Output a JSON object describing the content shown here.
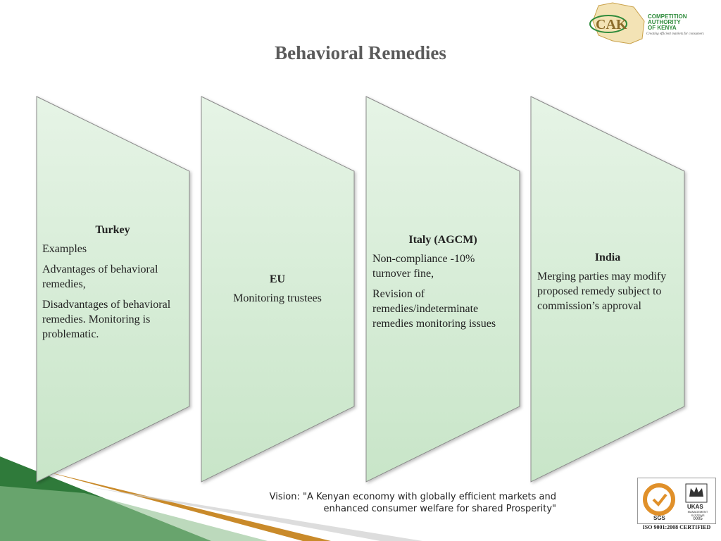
{
  "slide": {
    "title": "Behavioral Remedies",
    "vision_line1": "Vision: \"A Kenyan  economy with globally efficient markets and",
    "vision_line2": "enhanced consumer welfare for shared Prosperity\"",
    "colors": {
      "panel_fill_top": "#e4f3e4",
      "panel_fill_bottom": "#c9e6c9",
      "panel_stroke": "#8a8a8a",
      "title": "#5b5b5b",
      "corner_green": "#2f7a3a",
      "corner_gold": "#c98a2a"
    }
  },
  "panels": [
    {
      "heading": "Turkey",
      "lines": [
        "Examples",
        "Advantages of behavioral remedies,",
        "Disadvantages of behavioral remedies. Monitoring is problematic."
      ]
    },
    {
      "heading": "EU",
      "lines": [
        "Monitoring trustees"
      ]
    },
    {
      "heading": "Italy (AGCM)",
      "lines": [
        "Non-compliance -10% turnover fine,",
        "Revision of remedies/indeterminate remedies monitoring issues"
      ]
    },
    {
      "heading": "India",
      "lines": [
        "Merging parties may modify proposed remedy subject to commission’s approval"
      ]
    }
  ],
  "logo": {
    "mark": "CAK",
    "line1": "COMPETITION",
    "line2": "AUTHORITY",
    "line3": "OF KENYA",
    "tagline": "Creating efficient markets for consumers"
  },
  "certification": {
    "left_mark": "SGS",
    "right_mark": "UKAS",
    "right_sub": "MANAGEMENT SYSTEMS",
    "right_code": "0005",
    "caption": "ISO 9001:2008 CERTIFIED"
  }
}
